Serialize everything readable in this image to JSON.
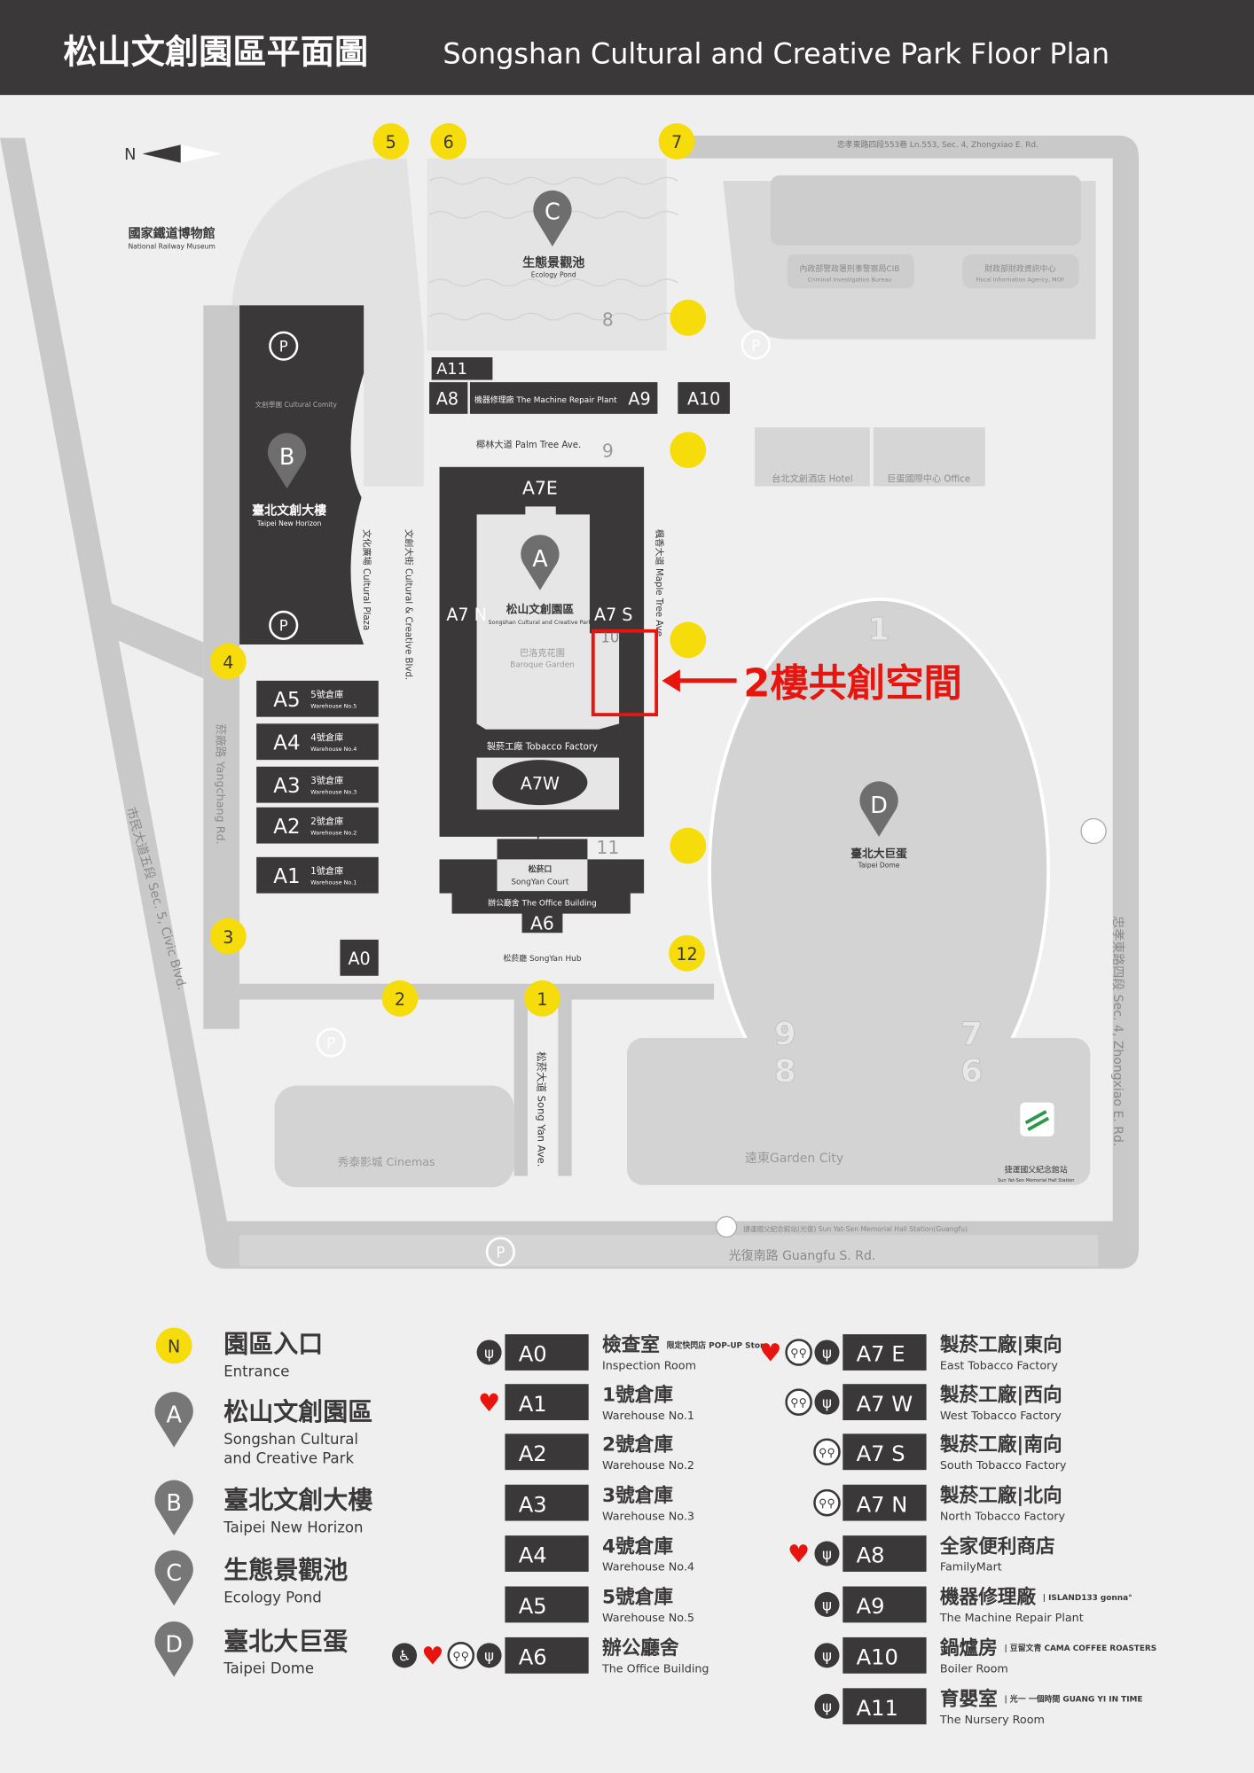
{
  "header": {
    "title_zh": "松山文創園區平面圖",
    "title_en": "Songshan Cultural and Creative Park Floor Plan"
  },
  "colors": {
    "header_bg": "#3a3838",
    "entrance": "#f6dc0a",
    "building": "#3a3838",
    "highlight": "#e8150f"
  },
  "map": {
    "north": "N",
    "railway_museum_zh": "國家鐵道博物館",
    "railway_museum_en": "National Railway Museum",
    "top_road": "忠孝東路四段553巷 Ln.553, Sec. 4, Zhongxiao E. Rd.",
    "cib": "內政部警政署刑事警察局CIB",
    "cib_en": "Criminal Investigation Bureau",
    "fia": "財政部財政資訊中心",
    "fia_en": "Fiscal Information Agency, MOF",
    "hotel": "台北文創酒店 Hotel",
    "office": "巨蛋國際中心 Office",
    "pond_pin": "C",
    "pond_zh": "生態景觀池",
    "pond_en": "Ecology Pond",
    "parking": "P",
    "cultural_comity": "文創學園 Cultural Comity",
    "b_pin": "B",
    "b_zh": "臺北文創大樓",
    "b_en": "Taipei New Horizon",
    "palm_ave": "椰林大道 Palm Tree Ave.",
    "cultural_plaza": "文化廣場 Cultural Plaza",
    "cultural_blvd": "文創大街 Cultural & Creative Blvd.",
    "maple_ave": "楓香大道 Maple Tree Ave.",
    "a_pin": "A",
    "a7e": "A7E",
    "a7n": "A7 N",
    "a7s": "A7 S",
    "a7w": "A7W",
    "park_zh": "松山文創園區",
    "park_en": "Songshan Cultural and Creative Park",
    "baroque_zh": "巴洛克花園",
    "baroque_en": "Baroque Garden",
    "tobacco_factory": "製菸工廠 Tobacco Factory",
    "court_zh": "松菸口",
    "court_en": "SongYan Court",
    "office_building": "辦公廳舍 The Office Building",
    "a6": "A6",
    "hub": "松菸廳 SongYan Hub",
    "a0": "A0",
    "a8": "A8",
    "a10": "A10",
    "a11": "A11",
    "a9_label": "機器修理廠 The Machine Repair Plant",
    "a9": "A9",
    "warehouses": [
      {
        "code": "A5",
        "zh": "5號倉庫",
        "en": "Warehouse No.5"
      },
      {
        "code": "A4",
        "zh": "4號倉庫",
        "en": "Warehouse No.4"
      },
      {
        "code": "A3",
        "zh": "3號倉庫",
        "en": "Warehouse No.3"
      },
      {
        "code": "A2",
        "zh": "2號倉庫",
        "en": "Warehouse No.2"
      },
      {
        "code": "A1",
        "zh": "1號倉庫",
        "en": "Warehouse No.1"
      }
    ],
    "yangchang": "菸廠路 Yangchang Rd.",
    "civic": "市民大道五段 Sec. 5, Civic Blvd.",
    "zhongxiao": "忠孝東路四段 Sec. 4, Zhongxiao E. Rd.",
    "guangfu": "光復南路 Guangfu S. Rd.",
    "songyan_ave": "松菸大道 Song Yan Ave.",
    "cinemas": "秀泰影城 Cinemas",
    "garden_city": "遠東Garden City",
    "d_pin": "D",
    "dome_zh": "臺北大巨蛋",
    "dome_en": "Taipei Dome",
    "mrt_station": "捷運國父紀念館站",
    "mrt_station_en": "Sun Yat-Sen Memorial Hall Station",
    "bus_stop": "捷運國父紀念館站(光復) Sun Yat-Sen Memorial Hall Station(Guangfu)",
    "highlight_label": "2樓共創空間",
    "gate_numbers": [
      "1",
      "2",
      "3",
      "4",
      "5",
      "6",
      "7",
      "12"
    ],
    "area_numbers": {
      "n8": "8",
      "n9": "9",
      "n10": "10",
      "n11": "11"
    },
    "dome_gates": [
      "1",
      "9",
      "8",
      "7",
      "6"
    ]
  },
  "legend": {
    "zones": [
      {
        "key": "N",
        "zh": "園區入口",
        "en": "Entrance"
      },
      {
        "key": "A",
        "zh": "松山文創園區",
        "en": "Songshan Cultural and Creative Park"
      },
      {
        "key": "B",
        "zh": "臺北文創大樓",
        "en": "Taipei New Horizon"
      },
      {
        "key": "C",
        "zh": "生態景觀池",
        "en": "Ecology Pond"
      },
      {
        "key": "D",
        "zh": "臺北大巨蛋",
        "en": "Taipei Dome"
      }
    ],
    "buildings_left": [
      {
        "code": "A0",
        "zh": "檢查室",
        "en": "Inspection Room",
        "sub": "限定快閃店 POP-UP Store",
        "icons": [
          "restaurant"
        ]
      },
      {
        "code": "A1",
        "zh": "1號倉庫",
        "en": "Warehouse No.1",
        "icons": [
          "aed"
        ]
      },
      {
        "code": "A2",
        "zh": "2號倉庫",
        "en": "Warehouse No.2",
        "icons": []
      },
      {
        "code": "A3",
        "zh": "3號倉庫",
        "en": "Warehouse No.3",
        "icons": []
      },
      {
        "code": "A4",
        "zh": "4號倉庫",
        "en": "Warehouse No.4",
        "icons": []
      },
      {
        "code": "A5",
        "zh": "5號倉庫",
        "en": "Warehouse No.5",
        "icons": []
      },
      {
        "code": "A6",
        "zh": "辦公廳舍",
        "en": "The Office Building",
        "icons": [
          "accessible",
          "aed",
          "restroom",
          "restaurant"
        ]
      }
    ],
    "buildings_right": [
      {
        "code": "A7 E",
        "zh": "製菸工廠|東向",
        "en": "East Tobacco Factory",
        "icons": [
          "aed",
          "restroom",
          "restaurant"
        ]
      },
      {
        "code": "A7 W",
        "zh": "製菸工廠|西向",
        "en": "West Tobacco Factory",
        "icons": [
          "restroom",
          "restaurant"
        ]
      },
      {
        "code": "A7 S",
        "zh": "製菸工廠|南向",
        "en": "South Tobacco Factory",
        "icons": [
          "restroom"
        ]
      },
      {
        "code": "A7 N",
        "zh": "製菸工廠|北向",
        "en": "North Tobacco Factory",
        "icons": [
          "restroom"
        ]
      },
      {
        "code": "A8",
        "zh": "全家便利商店",
        "en": "FamilyMart",
        "icons": [
          "aed",
          "restaurant"
        ]
      },
      {
        "code": "A9",
        "zh": "機器修理廠",
        "en": "The Machine Repair Plant",
        "sub": "| ISLAND133 gonna°",
        "icons": [
          "restaurant"
        ]
      },
      {
        "code": "A10",
        "zh": "鍋爐房",
        "en": "Boiler Room",
        "sub": "| 豆留文青 CAMA COFFEE ROASTERS",
        "icons": [
          "restaurant"
        ]
      },
      {
        "code": "A11",
        "zh": "育嬰室",
        "en": "The Nursery Room",
        "sub": "| 光一 一個時間 GUANG YI IN TIME",
        "icons": [
          "restaurant"
        ]
      }
    ]
  }
}
